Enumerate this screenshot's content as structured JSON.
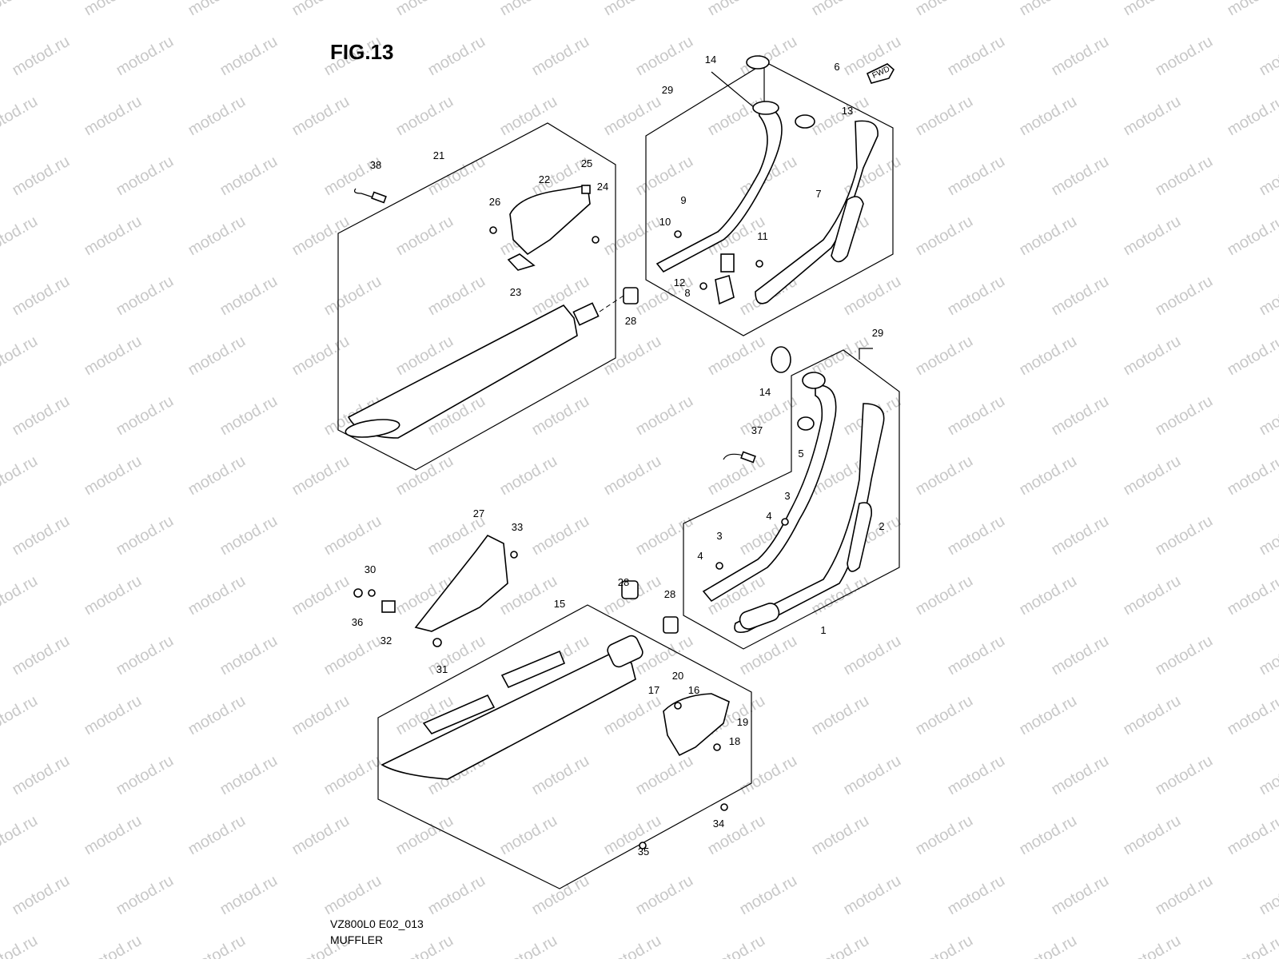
{
  "figure": {
    "title": "FIG.13",
    "model_code": "VZ800L0 E02_013",
    "name": "MUFFLER",
    "fwd_label": "FWD",
    "watermark": "motod.ru"
  },
  "callouts": [
    "1",
    "2",
    "3",
    "3",
    "4",
    "4",
    "5",
    "6",
    "7",
    "8",
    "9",
    "10",
    "11",
    "12",
    "13",
    "14",
    "14",
    "15",
    "16",
    "17",
    "18",
    "19",
    "20",
    "21",
    "22",
    "23",
    "24",
    "25",
    "26",
    "27",
    "28",
    "28",
    "28",
    "29",
    "29",
    "30",
    "31",
    "32",
    "33",
    "34",
    "35",
    "36",
    "37",
    "38"
  ],
  "colors": {
    "line": "#000000",
    "watermark": "#c8c8c8",
    "background": "#ffffff"
  }
}
